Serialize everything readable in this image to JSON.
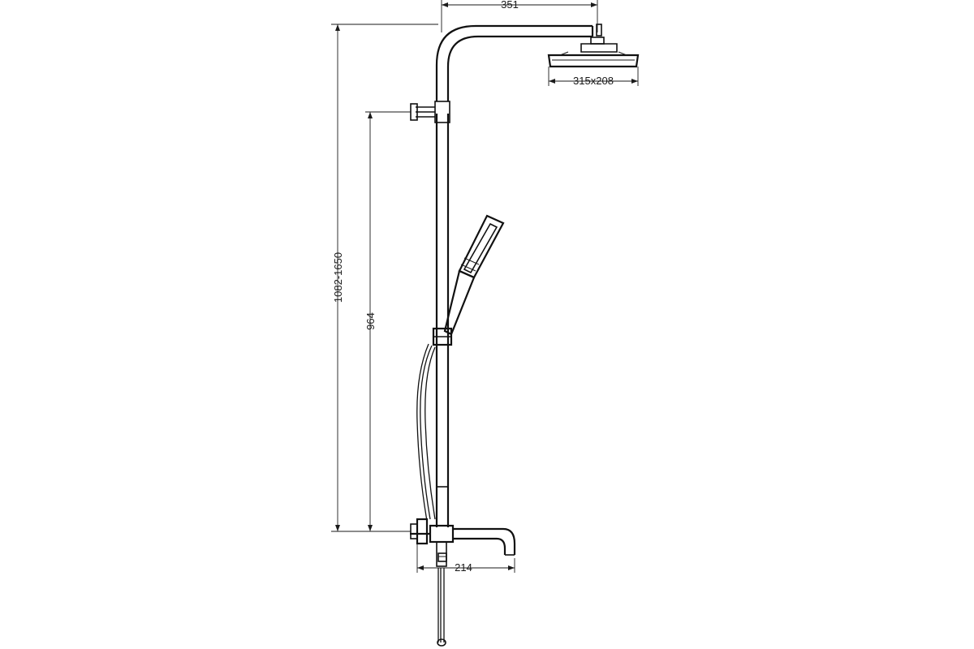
{
  "dimensions": {
    "arm_length": "351",
    "head_size": "315x208",
    "total_height": "1082-1650",
    "mixer_to_holder": "964",
    "spout_length": "214"
  }
}
